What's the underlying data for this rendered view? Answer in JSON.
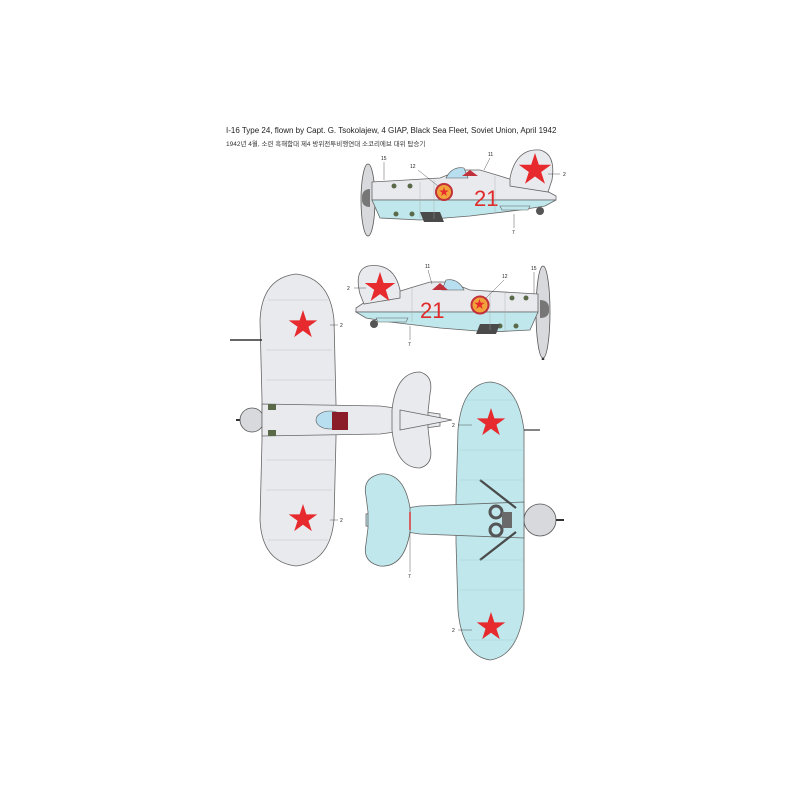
{
  "caption": {
    "title": "I-16 Type 24, flown by Capt. G. Tsokolajew, 4 GIAP, Black Sea Fleet, Soviet Union, April 1942",
    "subtitle_ko": "1942년 4월, 소련 흑해함대 제4 방위전투비행연대 소코리에브 대위 탑승기"
  },
  "aircraft_code": "21",
  "callouts": {
    "side1": [
      "15",
      "12",
      "11",
      "2",
      "7"
    ],
    "side2": [
      "2",
      "11",
      "12",
      "15",
      "7"
    ],
    "top": [
      "2",
      "2"
    ],
    "bottom": [
      "2",
      "2",
      "7"
    ]
  },
  "colors": {
    "upper_grey": "#e9eaee",
    "under_blue": "#bfe7ec",
    "star_red": "#e62a2e",
    "code_red": "#e02a2a",
    "outline": "#555555",
    "detail_dark": "#4a4a4a"
  },
  "views": [
    "left-profile",
    "right-profile",
    "top-view",
    "bottom-view"
  ]
}
